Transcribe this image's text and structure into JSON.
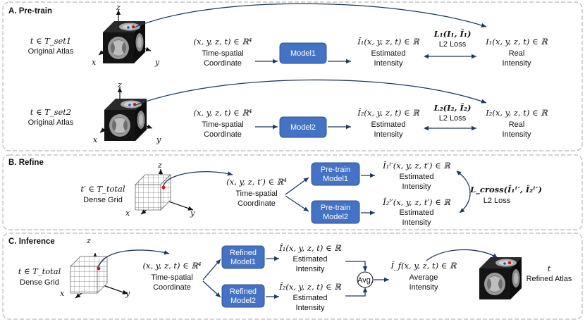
{
  "colors": {
    "panel_border": "#b9b9b9",
    "box_fill": "#4472c4",
    "box_stroke": "#2f528f",
    "arrow": "#1f3864",
    "voxel_red": "#e01010"
  },
  "sections": {
    "pretrain": {
      "title": "A. Pre-train",
      "row1": {
        "set_label": "t ∈ T_set1",
        "atlas_label": "Original Atlas",
        "coord_math": "(x, y, z, t) ∈ ℝ⁴",
        "coord_label_1": "Time-spatial",
        "coord_label_2": "Coordinate",
        "model_label": "Model1",
        "estimate_math": "Î₁(x, y, z, t) ∈ ℝ",
        "estimate_label_1": "Estimated",
        "estimate_label_2": "Intensity",
        "loss_math": "L₁(I₁, Î₁)",
        "loss_label": "L2 Loss",
        "real_math": "I₁(x, y, z, t) ∈ ℝ",
        "real_label_1": "Real",
        "real_label_2": "Intensity"
      },
      "row2": {
        "set_label": "t ∈ T_set2",
        "atlas_label": "Original Atlas",
        "coord_math": "(x, y, z, t) ∈ ℝ⁴",
        "coord_label_1": "Time-spatial",
        "coord_label_2": "Coordinate",
        "model_label": "Model2",
        "estimate_math": "Î₂(x, y, z, t) ∈ ℝ",
        "estimate_label_1": "Estimated",
        "estimate_label_2": "Intensity",
        "loss_math": "L₂(I₂, Î₂)",
        "loss_label": "L2 Loss",
        "real_math": "I₂(x, y, z, t) ∈ ℝ",
        "real_label_1": "Real",
        "real_label_2": "Intensity"
      }
    },
    "refine": {
      "title": "B. Refine",
      "set_label": "t′ ∈ T_total",
      "grid_label": "Dense Grid",
      "coord_math": "(x, y, z, t′) ∈ ℝ⁴",
      "coord_label_1": "Time-spatial",
      "coord_label_2": "Coordinate",
      "model1_label_1": "Pre-train",
      "model1_label_2": "Model1",
      "model2_label_1": "Pre-train",
      "model2_label_2": "Model2",
      "est1_math": "Î₁ᵗ′(x, y, z, t′) ∈ ℝ",
      "est2_math": "Î₂ᵗ′(x, y, z, t′) ∈ ℝ",
      "est_label_1": "Estimated",
      "est_label_2": "Intensity",
      "loss_math": "L_cross(Î₁ᵗ′, Î₂ᵗ′)",
      "loss_label": "L2 Loss"
    },
    "inference": {
      "title": "C. Inference",
      "set_label": "t ∈ T_total",
      "grid_label": "Dense Grid",
      "coord_math": "(x, y, z, t) ∈ ℝ⁴",
      "coord_label_1": "Time-spatial",
      "coord_label_2": "Coordinate",
      "model1_label_1": "Refined",
      "model1_label_2": "Model1",
      "model2_label_1": "Refined",
      "model2_label_2": "Model2",
      "est1_math": "Î₁(x, y, z, t) ∈ ℝ",
      "est2_math": "Î₂(x, y, z, t) ∈ ℝ",
      "est_label_1": "Estimated",
      "est_label_2": "Intensity",
      "avg_label": "Avg.",
      "final_math": "Î_f(x, y, z, t) ∈ ℝ",
      "final_label_1": "Average",
      "final_label_2": "Intensity",
      "out_set_label": "t",
      "out_label": "Refined Atlas"
    }
  },
  "axes": {
    "x": "x",
    "y": "y",
    "z": "z"
  }
}
